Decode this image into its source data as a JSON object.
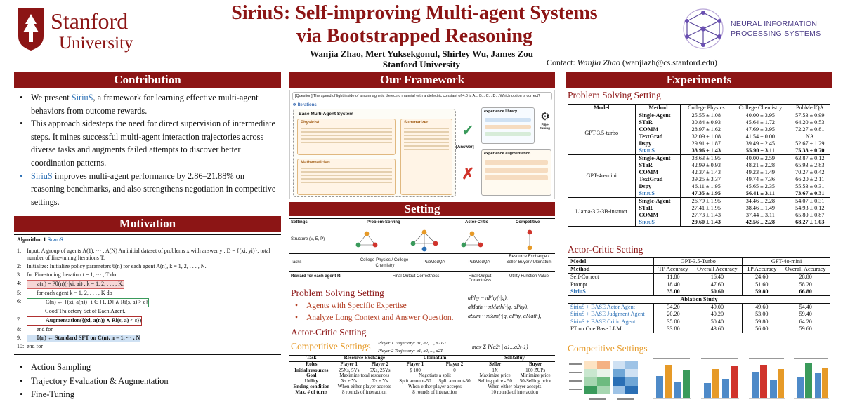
{
  "header": {
    "logo_name": "Stanford",
    "logo_sub": "University",
    "title_line1": "SiriuS: Self-improving Multi-agent Systems",
    "title_line2": "via Bootstrapped Reasoning",
    "authors": "Wanjia Zhao, Mert Yuksekgonul, Shirley Wu, James Zou",
    "affiliation": "Stanford University",
    "contact_label": "Contact:",
    "contact_name": "Wanjia Zhao",
    "contact_email": "(wanjiazh@cs.stanford.edu)",
    "neurips_line1": "NEURAL INFORMATION",
    "neurips_line2": "PROCESSING SYSTEMS"
  },
  "contribution": {
    "heading": "Contribution",
    "b1_pre": "We present ",
    "b1_link": "SiriuS",
    "b1_post": ", a framework for learning effective multi-agent behaviors from outcome rewards.",
    "b2": "This approach sidesteps the need for direct supervision of intermediate steps. It mines successful multi-agent interaction trajectories across diverse tasks and augments failed attempts to discover better coordination patterns.",
    "b3_link": "SiriuS",
    "b3_post": " improves multi-agent performance by 2.86–21.88% on reasoning benchmarks, and also strengthens negotiation in competitive settings."
  },
  "motivation": {
    "heading": "Motivation",
    "algo_title": "Algorithm 1",
    "algo_name": "SiriuS",
    "lines": [
      {
        "n": "1:",
        "t": "Input: A group of agents A(1), ··· , A(N) An initial dataset of problems x with answer y : D = {(xi, yi)}, total number of fine-tuning Iterations T."
      },
      {
        "n": "2:",
        "t": "Initialize: Initialize policy parameters θ(n) for each agent A(n), k = 1, 2, . . . , N."
      },
      {
        "n": "3:",
        "t": "for Fine-tuning Iteration t = 1, ··· , T do"
      },
      {
        "n": "4:",
        "t": "a(n) = Pθ(n)(·|xi, ai) , k = 1, 2, . . . , K."
      },
      {
        "n": "5:",
        "t": "for each agent k = 1, 2, . . . , K do"
      },
      {
        "n": "6:",
        "t": "C(n) ← {(xi, a(n)) | i ∈ [1, D] ∧ Ri(s, a) > ε}"
      },
      {
        "n": "",
        "t": "Good Trajectory Set of Each Agent."
      },
      {
        "n": "7:",
        "t": "Augmentation({(xi, a(n)) ∧ Ri(s, a) < ε})"
      },
      {
        "n": "8:",
        "t": "end for"
      },
      {
        "n": "9:",
        "t": "θ(n) ← Standard SFT on C(n), n = 1, ··· , N"
      },
      {
        "n": "10:",
        "t": "end for"
      }
    ],
    "steps": [
      "Action Sampling",
      "Trajectory Evaluation & Augmentation",
      "Fine-Tuning"
    ]
  },
  "framework": {
    "heading": "Our Framework",
    "question": "[Question] The speed of light inside of a nonmagnetic dielectric material with a dielectric constant of 4.0 is A... B... C... D... Which option is correct?",
    "iterations": "Iterations",
    "base_system": "Base Multi-Agent System",
    "physicist": "Physicist",
    "mathematician": "Mathematician",
    "summarizer": "Summarizer",
    "exp_library": "experience library",
    "exp_aug": "experience augmentation",
    "finetune": "Fine-tuning",
    "answer": "[Answer]"
  },
  "setting": {
    "heading": "Setting",
    "cols": [
      "Settings",
      "Problem-Solving",
      "Actor-Critic",
      "Competitive"
    ],
    "rows": [
      {
        "label": "Structure (V, E, P)",
        "cells": [
          "",
          "",
          ""
        ]
      },
      {
        "label": "Tasks",
        "cells": [
          "College-Physics / College-Chemistry",
          "PubMedQA",
          "PubMedQA",
          "Resource Exchange / Seller-Buyer / Ultimatum"
        ]
      },
      {
        "label": "Reward for each agent Ri",
        "cells": [
          "Final Output Correctness",
          "Final Output Correctness",
          "Utility Function Value"
        ]
      }
    ],
    "ps_heading": "Problem Solving Setting",
    "ps_b1": "Agents with Specific Expertise",
    "ps_b2": "Analyze Long Context and Answer Question.",
    "ac_heading": "Actor-Critic Setting",
    "comp_heading": "Competitive Settings",
    "traj1": "Player 1 Trajectory: a1, a2, ..., a2T-1",
    "traj2": "Player 2 Trajectory: a1, a2, ..., a2T",
    "formula": "max Σ P(a2t | a1...a2t-1)",
    "eq1": "aPhy ~ πPhy(·|q),",
    "eq2": "aMath ~ πMath(·|q, aPhy),",
    "eq3": "aSum ~ πSum(·|q, aPhy, aMath),",
    "comp_cols": [
      "Task",
      "Resource Exchange",
      "",
      "Ultimatum",
      "",
      "Sell&Buy",
      ""
    ],
    "comp_rows": [
      [
        "Roles",
        "Player 1",
        "Player 2",
        "Player 1",
        "Player 2",
        "Seller",
        "Buyer"
      ],
      [
        "Initial resources",
        "25Xs, 5Ys",
        "5Xs, 25Ys",
        "$ 100",
        "0",
        "1X",
        "100 ZUPs"
      ],
      [
        "Goal",
        "Maximize total resources",
        "",
        "Negotiate a split",
        "",
        "Maximize price",
        "Minimize price"
      ],
      [
        "Utility",
        "Xs + Ys",
        "Xs + Ys",
        "Split amount-50",
        "Split amount-50",
        "Selling price - 50",
        "50-Selling price"
      ],
      [
        "Ending condition",
        "When either player accepts",
        "",
        "When either player accepts",
        "",
        "When either player accepts",
        ""
      ],
      [
        "Max. # of turns",
        "8 rounds of interaction",
        "",
        "8 rounds of interaction",
        "",
        "10 rounds of interaction",
        ""
      ]
    ]
  },
  "experiments": {
    "heading": "Experiments",
    "ps_heading": "Problem Solving Setting",
    "ps_cols": [
      "Model",
      "Method",
      "College Physics",
      "College Chemistry",
      "PubMedQA"
    ],
    "ps_groups": [
      {
        "model": "GPT-3.5-turbo",
        "rows": [
          [
            "Single-Agent",
            "25.55 ± 1.08",
            "40.00 ± 3.95",
            "57.53 ± 0.99"
          ],
          [
            "STaR",
            "30.84 ± 0.93",
            "45.64 ± 1.72",
            "64.20 ± 0.53"
          ],
          [
            "COMM",
            "28.97 ± 1.62",
            "47.69 ± 3.95",
            "72.27 ± 0.81"
          ],
          [
            "TextGrad",
            "32.09 ± 1.08",
            "41.54 ± 0.00",
            "NA"
          ],
          [
            "Dspy",
            "29.91 ± 1.87",
            "39.49 ± 2.45",
            "52.67 ± 1.29"
          ],
          [
            "SiriuS",
            "33.96 ± 1.43",
            "55.90 ± 3.11",
            "75.33 ± 0.70"
          ]
        ]
      },
      {
        "model": "GPT-4o-mini",
        "rows": [
          [
            "Single-Agent",
            "38.63 ± 1.95",
            "40.00 ± 2.59",
            "63.87 ± 0.12"
          ],
          [
            "STaR",
            "42.99 ± 0.93",
            "48.21 ± 2.28",
            "65.93 ± 2.83"
          ],
          [
            "COMM",
            "42.37 ± 1.43",
            "49.23 ± 1.49",
            "70.27 ± 0.42"
          ],
          [
            "TextGrad",
            "39.25 ± 3.37",
            "49.74 ± 7.36",
            "66.20 ± 2.11"
          ],
          [
            "Dspy",
            "46.11 ± 1.95",
            "45.65 ± 2.35",
            "55.53 ± 0.31"
          ],
          [
            "SiriuS",
            "47.35 ± 1.95",
            "56.41 ± 3.11",
            "73.67 ± 0.31"
          ]
        ]
      },
      {
        "model": "Llama-3.2-3B-instruct",
        "rows": [
          [
            "Single-Agent",
            "26.79 ± 1.95",
            "34.46 ± 2.28",
            "54.07 ± 0.31"
          ],
          [
            "STaR",
            "27.41 ± 1.95",
            "38.46 ± 1.49",
            "54.93 ± 0.12"
          ],
          [
            "COMM",
            "27.73 ± 1.43",
            "37.44 ± 3.11",
            "65.80 ± 0.87"
          ],
          [
            "SiriuS",
            "29.60 ± 1.43",
            "42.56 ± 2.28",
            "68.27 ± 1.03"
          ]
        ]
      }
    ],
    "ac_heading": "Actor-Critic Setting",
    "ac_group_cols": [
      "Model",
      "GPT-3.5-Turbo",
      "GPT-4o-mini"
    ],
    "ac_cols": [
      "Method",
      "TP Accuracy",
      "Overall Accuracy",
      "TP Accuracy",
      "Overall Accuracy"
    ],
    "ac_rows": [
      [
        "Self-Correct",
        "11.80",
        "16.40",
        "24.60",
        "28.80"
      ],
      [
        "Prompt",
        "18.40",
        "47.60",
        "51.60",
        "58.20"
      ],
      [
        "SiriuS",
        "35.00",
        "50.60",
        "59.80",
        "66.80"
      ]
    ],
    "ablation_heading": "Ablation Study",
    "ablation_rows": [
      [
        "SiriuS + BASE Actor Agent",
        "34.20",
        "49.00",
        "49.60",
        "54.40"
      ],
      [
        "SiriuS + BASE Judgment Agent",
        "20.20",
        "40.20",
        "53.00",
        "59.40"
      ],
      [
        "SiriuS + BASE Critic Agent",
        "35.00",
        "50.40",
        "59.80",
        "64.20"
      ],
      [
        "FT on One Base LLM",
        "33.80",
        "43.60",
        "56.00",
        "59.60"
      ]
    ],
    "comp_heading": "Competitive Settings"
  },
  "colors": {
    "cardinal": "#8c1515",
    "blue": "#2a6fb5",
    "orange": "#e69a28",
    "green": "#3a9a5b"
  }
}
